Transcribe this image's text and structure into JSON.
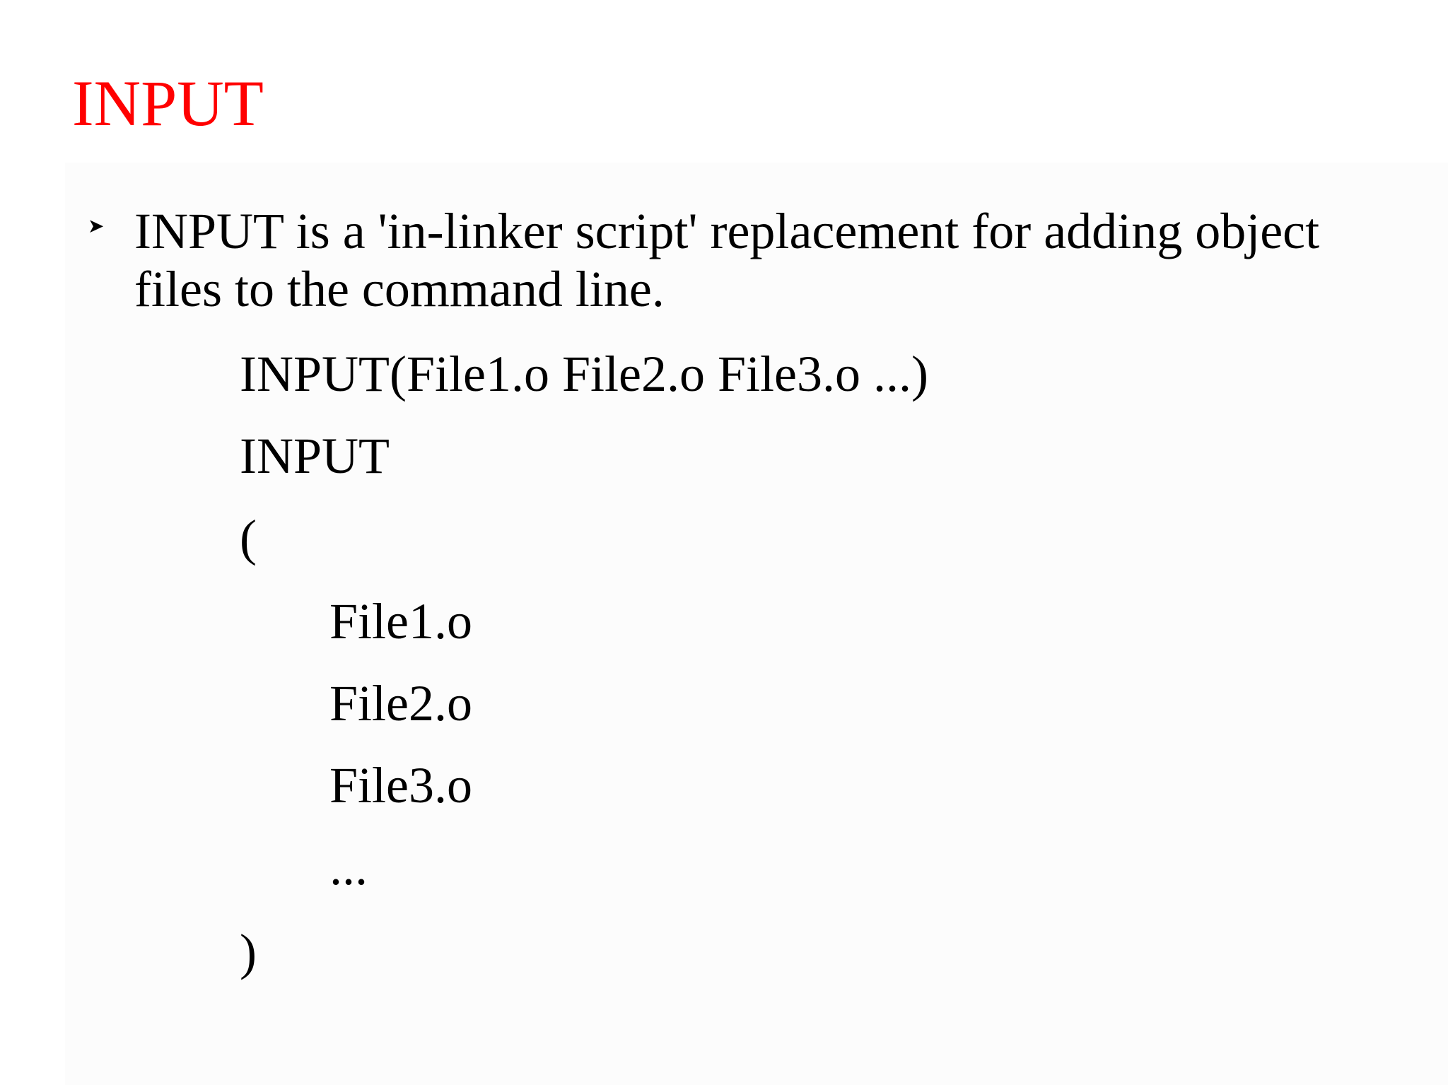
{
  "slide": {
    "title": "INPUT",
    "bullet": {
      "line1": "INPUT is a 'in-linker script' replacement for adding object",
      "line2": "files to the command line."
    },
    "code": {
      "one_liner": "INPUT(File1.o File2.o File3.o ...)",
      "keyword": "INPUT",
      "open_paren": "(",
      "file1": "File1.o",
      "file2": "File2.o",
      "file3": "File3.o",
      "ellipsis": "...",
      "close_paren": ")"
    },
    "colors": {
      "title": "#ff0000",
      "text": "#000000",
      "background": "#ffffff"
    }
  }
}
